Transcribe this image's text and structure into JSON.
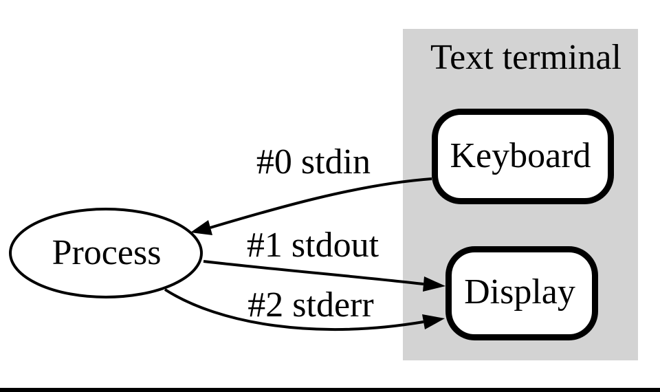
{
  "terminal": {
    "label": "Text terminal"
  },
  "nodes": {
    "process": {
      "label": "Process"
    },
    "keyboard": {
      "label": "Keyboard"
    },
    "display": {
      "label": "Display"
    }
  },
  "edges": {
    "stdin": {
      "label": "#0 stdin"
    },
    "stdout": {
      "label": "#1 stdout"
    },
    "stderr": {
      "label": "#2 stderr"
    }
  },
  "colors": {
    "region_bg": "#d3d3d3",
    "node_fill": "#ffffff",
    "line": "#000000",
    "text": "#000000",
    "page_bg": "#ffffff"
  }
}
